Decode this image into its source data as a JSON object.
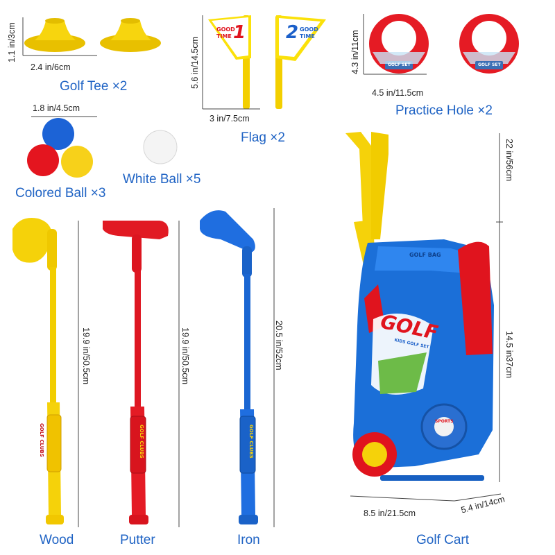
{
  "products": {
    "golf_tee": {
      "label": "Golf Tee ×2",
      "width": "2.4 in/6cm",
      "height": "1.1 in/3cm"
    },
    "flag": {
      "label": "Flag ×2",
      "width": "3 in/7.5cm",
      "height": "5.6 in/14.5cm",
      "flag1_top": "GOOD",
      "flag1_mid": "TIME",
      "flag1_num": "1",
      "flag2_top": "GOOD",
      "flag2_mid": "TIME",
      "flag2_num": "2"
    },
    "practice_hole": {
      "label": "Practice Hole ×2",
      "width": "4.5 in/11.5cm",
      "height": "4.3 in/11cm",
      "badge": "GOLF SET"
    },
    "colored_ball": {
      "label": "Colored Ball ×3",
      "size": "1.8 in/4.5cm"
    },
    "white_ball": {
      "label": "White Ball ×5"
    },
    "wood": {
      "label": "Wood",
      "length": "19.9 in/50.5cm",
      "grip": "GOLF CLUBS"
    },
    "putter": {
      "label": "Putter",
      "length": "19.9 in/50.5cm",
      "grip": "GOLF CLUBS"
    },
    "iron": {
      "label": "Iron",
      "length": "20.5 in/52cm",
      "grip": "GOLF CLUBS"
    },
    "golf_cart": {
      "label": "Golf Cart",
      "total_height": "22 in/56cm",
      "body_height": "14.5 in​37cm",
      "width": "8.5 in/21.5cm",
      "depth": "5.4 in/14cm",
      "bag_label": "GOLF BAG",
      "logo": "GOLF",
      "logo_sub": "KIDS GOLF SET",
      "wheel_badge": "SPORTS"
    }
  },
  "colors": {
    "label_blue": "#1f63c4",
    "yellow": "#f6d10a",
    "red": "#e0141e",
    "blue": "#1b6fd8"
  }
}
